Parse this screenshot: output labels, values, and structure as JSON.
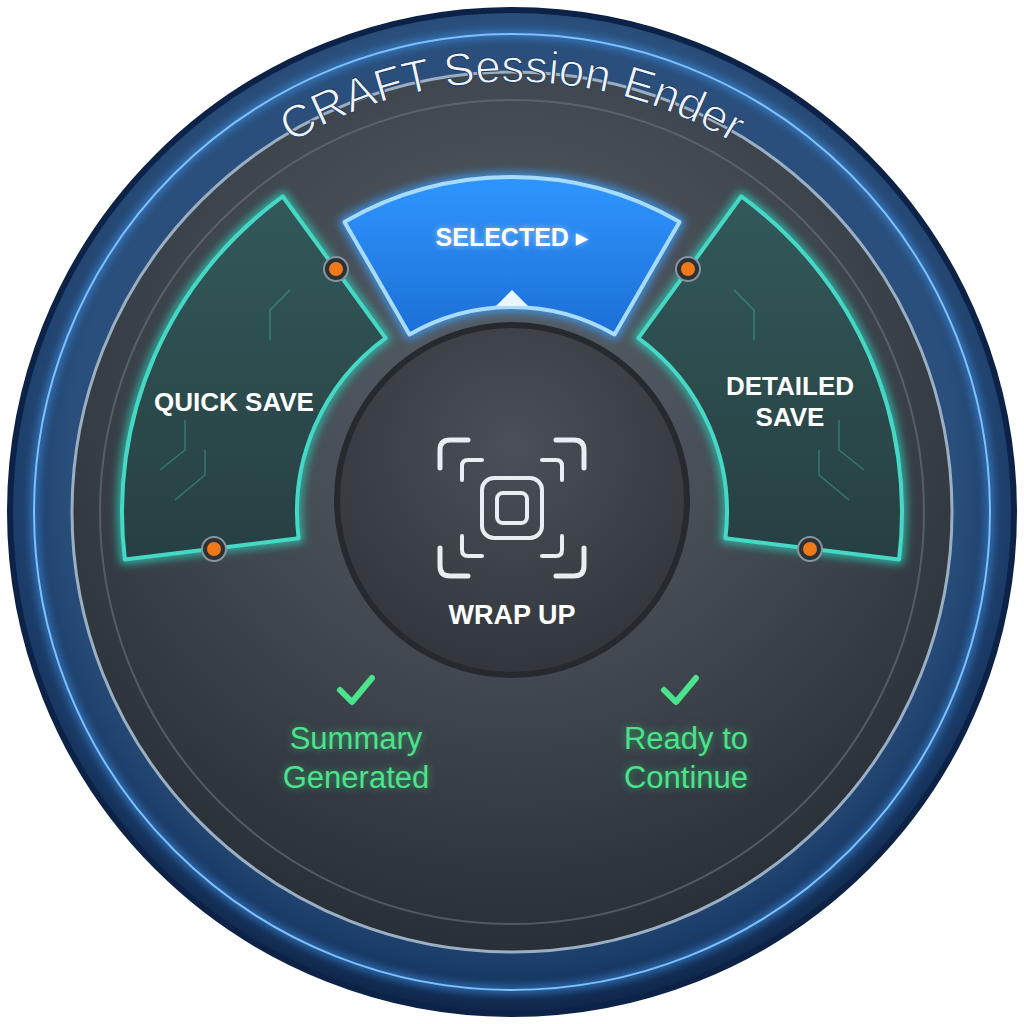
{
  "diagram": {
    "title": "CRAFT Session Ender",
    "nodes": [
      {
        "text": [
          "SELECTED ▸"
        ]
      },
      {
        "text": [
          "QUICK SAVE"
        ]
      },
      {
        "text": [
          "DETAILED SAVE"
        ]
      },
      {
        "text": [
          "WRAP UP"
        ]
      }
    ],
    "labels": [
      "Summary Generated",
      "Ready to Continue"
    ]
  }
}
